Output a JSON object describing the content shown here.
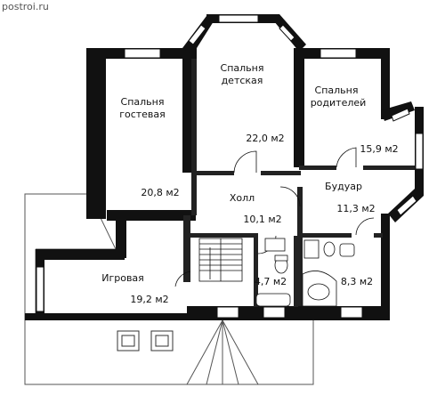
{
  "watermark": "postroi.ru",
  "rooms": [
    {
      "id": "guest-bedroom",
      "name_line1": "Спальня",
      "name_line2": "гостевая",
      "area": "20,8 м2"
    },
    {
      "id": "kids-bedroom",
      "name_line1": "Спальня",
      "name_line2": "детская",
      "area": "22,0 м2"
    },
    {
      "id": "parents-bedroom",
      "name_line1": "Спальня",
      "name_line2": "родителей",
      "area": "15,9 м2"
    },
    {
      "id": "hall",
      "name_line1": "Холл",
      "name_line2": "",
      "area": "10,1 м2"
    },
    {
      "id": "boudoir",
      "name_line1": "Будуар",
      "name_line2": "",
      "area": "11,3 м2"
    },
    {
      "id": "playroom",
      "name_line1": "Игровая",
      "name_line2": "",
      "area": "19,2 м2"
    },
    {
      "id": "wc",
      "name_line1": "",
      "name_line2": "",
      "area": "4,7 м2"
    },
    {
      "id": "bathroom",
      "name_line1": "",
      "name_line2": "",
      "area": "8,3 м2"
    }
  ]
}
